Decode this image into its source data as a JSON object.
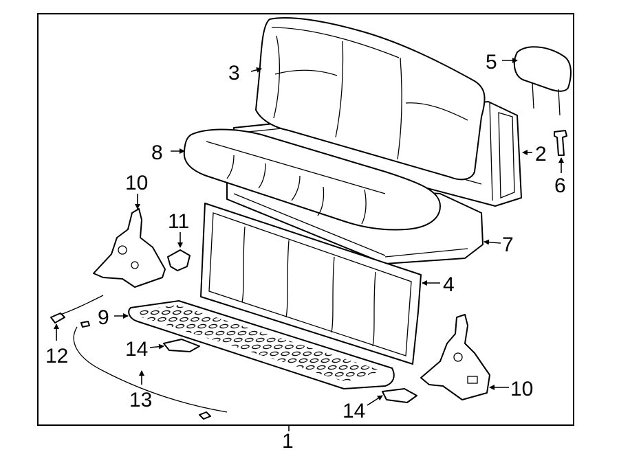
{
  "diagram": {
    "callouts": [
      {
        "id": "1",
        "text": "1"
      },
      {
        "id": "2",
        "text": "2"
      },
      {
        "id": "3",
        "text": "3"
      },
      {
        "id": "4",
        "text": "4"
      },
      {
        "id": "5",
        "text": "5"
      },
      {
        "id": "6",
        "text": "6"
      },
      {
        "id": "7",
        "text": "7"
      },
      {
        "id": "8",
        "text": "8"
      },
      {
        "id": "9",
        "text": "9"
      },
      {
        "id": "10a",
        "text": "10"
      },
      {
        "id": "10b",
        "text": "10"
      },
      {
        "id": "11",
        "text": "11"
      },
      {
        "id": "12",
        "text": "12"
      },
      {
        "id": "13",
        "text": "13"
      },
      {
        "id": "14a",
        "text": "14"
      },
      {
        "id": "14b",
        "text": "14"
      }
    ]
  }
}
